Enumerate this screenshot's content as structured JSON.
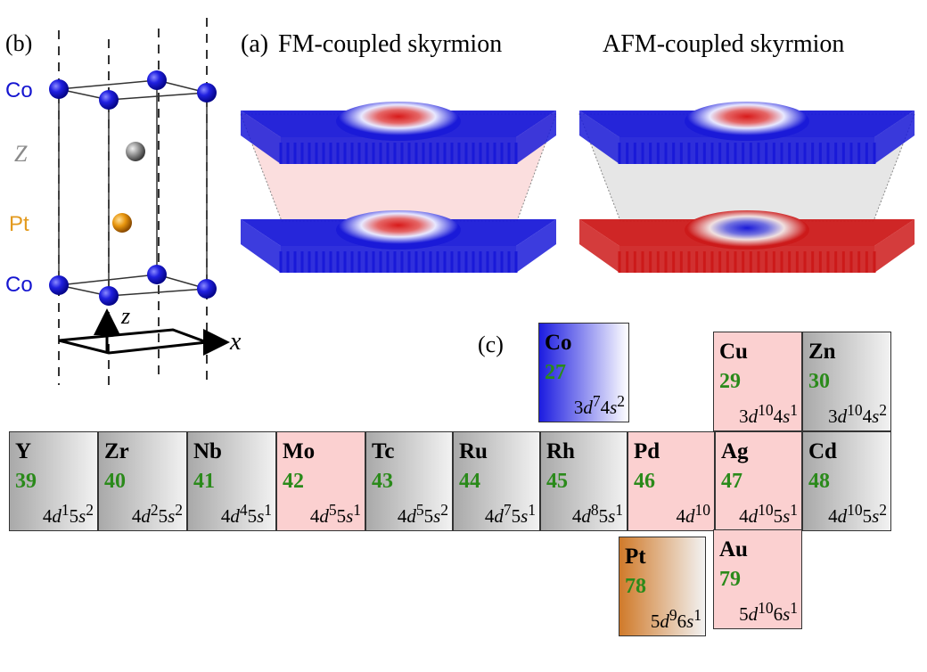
{
  "panel_labels": {
    "a": "(a)",
    "b": "(b)",
    "c": "(c)"
  },
  "titles": {
    "fm": "FM-coupled skyrmion",
    "afm": "AFM-coupled skyrmion"
  },
  "structure": {
    "labels": {
      "co_top": "Co",
      "z_atom": "Z",
      "pt": "Pt",
      "co_bottom": "Co"
    },
    "axes": {
      "z": "z",
      "x": "x"
    },
    "colors": {
      "co": "#1515d0",
      "z": "#8a8a8a",
      "pt": "#e39a1e"
    }
  },
  "skyrmion_colors": {
    "up": "#1a1ad8",
    "down": "#cc1a1a",
    "fm_gap": "#fbdede",
    "afm_gap": "#e6e6e6"
  },
  "periodic_table": {
    "cells": [
      {
        "sym": "Co",
        "num": "27",
        "cfg": [
          "3",
          "d",
          "7",
          "4",
          "s",
          "2"
        ],
        "style": "blue"
      },
      {
        "sym": "Cu",
        "num": "29",
        "cfg": [
          "3",
          "d",
          "10",
          "4",
          "s",
          "1"
        ],
        "style": "pink"
      },
      {
        "sym": "Zn",
        "num": "30",
        "cfg": [
          "3",
          "d",
          "10",
          "4",
          "s",
          "2"
        ],
        "style": "gray"
      },
      {
        "sym": "Y",
        "num": "39",
        "cfg": [
          "4",
          "d",
          "1",
          "5",
          "s",
          "2"
        ],
        "style": "gray"
      },
      {
        "sym": "Zr",
        "num": "40",
        "cfg": [
          "4",
          "d",
          "2",
          "5",
          "s",
          "2"
        ],
        "style": "gray"
      },
      {
        "sym": "Nb",
        "num": "41",
        "cfg": [
          "4",
          "d",
          "4",
          "5",
          "s",
          "1"
        ],
        "style": "gray"
      },
      {
        "sym": "Mo",
        "num": "42",
        "cfg": [
          "4",
          "d",
          "5",
          "5",
          "s",
          "1"
        ],
        "style": "pink"
      },
      {
        "sym": "Tc",
        "num": "43",
        "cfg": [
          "4",
          "d",
          "5",
          "5",
          "s",
          "2"
        ],
        "style": "gray"
      },
      {
        "sym": "Ru",
        "num": "44",
        "cfg": [
          "4",
          "d",
          "7",
          "5",
          "s",
          "1"
        ],
        "style": "gray"
      },
      {
        "sym": "Rh",
        "num": "45",
        "cfg": [
          "4",
          "d",
          "8",
          "5",
          "s",
          "1"
        ],
        "style": "gray"
      },
      {
        "sym": "Pd",
        "num": "46",
        "cfg": [
          "4",
          "d",
          "10",
          "",
          "",
          ""
        ],
        "style": "pink"
      },
      {
        "sym": "Ag",
        "num": "47",
        "cfg": [
          "4",
          "d",
          "10",
          "5",
          "s",
          "1"
        ],
        "style": "pink"
      },
      {
        "sym": "Cd",
        "num": "48",
        "cfg": [
          "4",
          "d",
          "10",
          "5",
          "s",
          "2"
        ],
        "style": "gray"
      },
      {
        "sym": "Pt",
        "num": "78",
        "cfg": [
          "5",
          "d",
          "9",
          "6",
          "s",
          "1"
        ],
        "style": "orange"
      },
      {
        "sym": "Au",
        "num": "79",
        "cfg": [
          "5",
          "d",
          "10",
          "6",
          "s",
          "1"
        ],
        "style": "pink"
      }
    ]
  }
}
